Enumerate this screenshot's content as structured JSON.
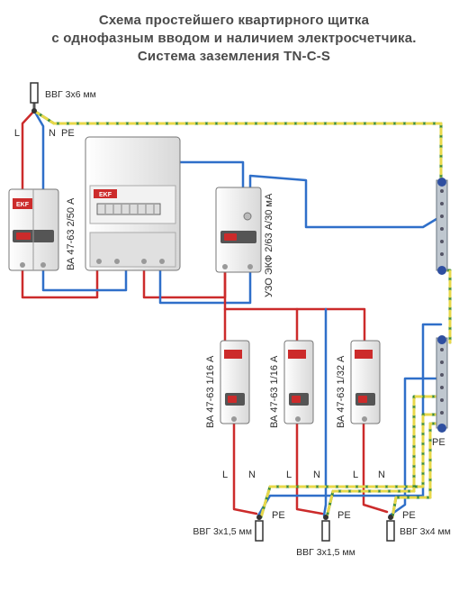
{
  "title": {
    "line1": "Схема простейшего квартирного щитка",
    "line2": "с однофазным вводом и наличием электросчетчика.",
    "line3": "Система заземления TN-C-S"
  },
  "input_cable": {
    "label": "ВВГ 3х6 мм",
    "wire_L": "L",
    "wire_N": "N",
    "wire_PE": "PE"
  },
  "main_breaker": {
    "label": "ВА 47-63 2/50 А",
    "brand": "EKF"
  },
  "meter": {
    "brand": "EKF"
  },
  "rcd": {
    "label": "УЗО ЭКФ 2/63 А/30 мА"
  },
  "group_breakers": [
    {
      "label": "ВА 47-63 1/16 А",
      "wire_L": "L",
      "wire_N": "N",
      "out_cable": "ВВГ 3х1,5 мм",
      "out_PE": "PE"
    },
    {
      "label": "ВА 47-63 1/16 А",
      "wire_L": "L",
      "wire_N": "N",
      "out_cable": "ВВГ 3х1,5 мм",
      "out_PE": "PE"
    },
    {
      "label": "ВА 47-63 1/32 А",
      "wire_L": "L",
      "wire_N": "N",
      "out_cable": "ВВГ 3х4 мм",
      "out_PE": "PE"
    }
  ],
  "pe_bus": {
    "label": "PE"
  },
  "colors": {
    "phase": "#cc2b2b",
    "neutral": "#2f6fc9",
    "pe_yellow": "#e8d84a",
    "pe_green": "#3a8a3a",
    "body": "#e9e9e9",
    "text": "#2b2b2b"
  }
}
